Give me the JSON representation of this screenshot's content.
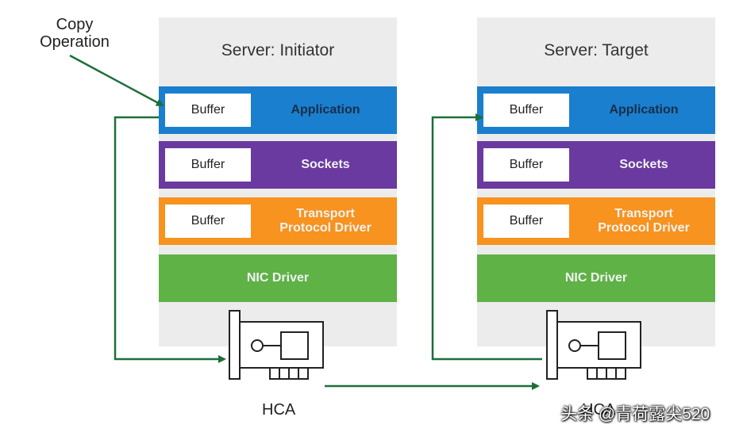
{
  "copy_operation_label": "Copy\nOperation",
  "hca_label": "HCA",
  "hca_label_right": "HCA",
  "watermark": "头条 @青荷露尖520",
  "servers": [
    {
      "title": "Server: Initiator",
      "layers": [
        {
          "buffer": "Buffer",
          "label": "Application"
        },
        {
          "buffer": "Buffer",
          "label": "Sockets"
        },
        {
          "buffer": "Buffer",
          "label": "Transport\nProtocol Driver"
        },
        {
          "label": "NIC Driver"
        }
      ]
    },
    {
      "title": "Server: Target",
      "layers": [
        {
          "buffer": "Buffer",
          "label": "Application"
        },
        {
          "buffer": "Buffer",
          "label": "Sockets"
        },
        {
          "buffer": "Buffer",
          "label": "Transport\nProtocol Driver"
        },
        {
          "label": "NIC Driver"
        }
      ]
    }
  ],
  "colors": {
    "application": "#1a7fce",
    "sockets": "#6a3aa0",
    "transport": "#f7931e",
    "nic": "#5fb246",
    "arrow": "#1e6e3a",
    "application_text": "#1b2d4a",
    "layer_text": "#f2f2f2"
  }
}
